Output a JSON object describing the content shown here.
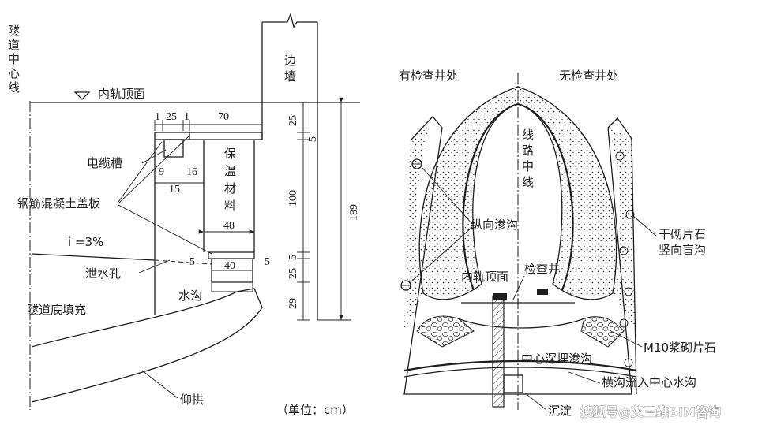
{
  "left": {
    "tunnel_centerline": [
      "隧",
      "道",
      "中",
      "心",
      "线"
    ],
    "rail_top": "内轨顶面",
    "side_wall": [
      "边",
      "墙"
    ],
    "insulation": [
      "保",
      "温",
      "材",
      "料"
    ],
    "cable_trough": "电缆槽",
    "rc_cover_slab": "钢筋混凝土盖板",
    "slope": "i =3%",
    "weep_hole": "泄水孔",
    "drain": "水沟",
    "backfill": "隧道底填充",
    "invert": "仰拱",
    "unit": "（单位：cm）",
    "dims": {
      "d1a": "1",
      "d25a": "25",
      "d1b": "1",
      "d70": "70",
      "d9": "9",
      "d16": "16",
      "d15": "15",
      "d48": "48",
      "d5a": "5",
      "d40": "40",
      "d5b": "5",
      "r25a": "25",
      "r5a": "5",
      "r100": "100",
      "r5b": "5",
      "r25b": "25",
      "r29": "29",
      "r189": "189"
    }
  },
  "right": {
    "with_manhole": "有检查井处",
    "without_manhole": "无检查井处",
    "route_centerline": [
      "线",
      "路",
      "中",
      "线"
    ],
    "longitudinal_drain": "纵向渗沟",
    "dry_rubble": "干砌片石",
    "vertical_blind_drain": "竖向盲沟",
    "rail_top": "内轨顶面",
    "manhole": "检查井",
    "m10_rubble": "M10浆砌片石",
    "center_deep_drain": "中心深埋渗沟",
    "transverse_drain": "横沟流入中心水沟",
    "sedimentation": "沉淀"
  },
  "watermark": "搜狐号@艾三维BIM咨询"
}
